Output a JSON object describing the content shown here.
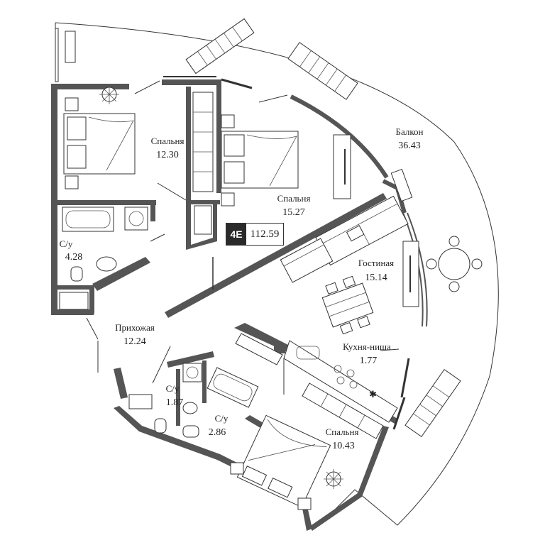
{
  "apartment": {
    "code": "4E",
    "total_area": "112.59"
  },
  "rooms": [
    {
      "id": "bedroom-1",
      "name": "Спальня",
      "area": "12.30"
    },
    {
      "id": "bedroom-2",
      "name": "Спальня",
      "area": "15.27"
    },
    {
      "id": "bathroom-1",
      "name": "С/у",
      "area": "4.28"
    },
    {
      "id": "balcony",
      "name": "Балкон",
      "area": "36.43"
    },
    {
      "id": "living",
      "name": "Гостиная",
      "area": "15.14"
    },
    {
      "id": "hallway",
      "name": "Прихожая",
      "area": "12.24"
    },
    {
      "id": "kitchen",
      "name": "Кухня-ниша",
      "area": "1.77"
    },
    {
      "id": "bathroom-2",
      "name": "С/у",
      "area": "1.87"
    },
    {
      "id": "bathroom-3",
      "name": "С/у",
      "area": "2.86"
    },
    {
      "id": "bedroom-3",
      "name": "Спальня",
      "area": "10.43"
    }
  ],
  "colors": {
    "wall": "#555555",
    "line": "#333333",
    "badge_dark": "#2a2a2a"
  }
}
